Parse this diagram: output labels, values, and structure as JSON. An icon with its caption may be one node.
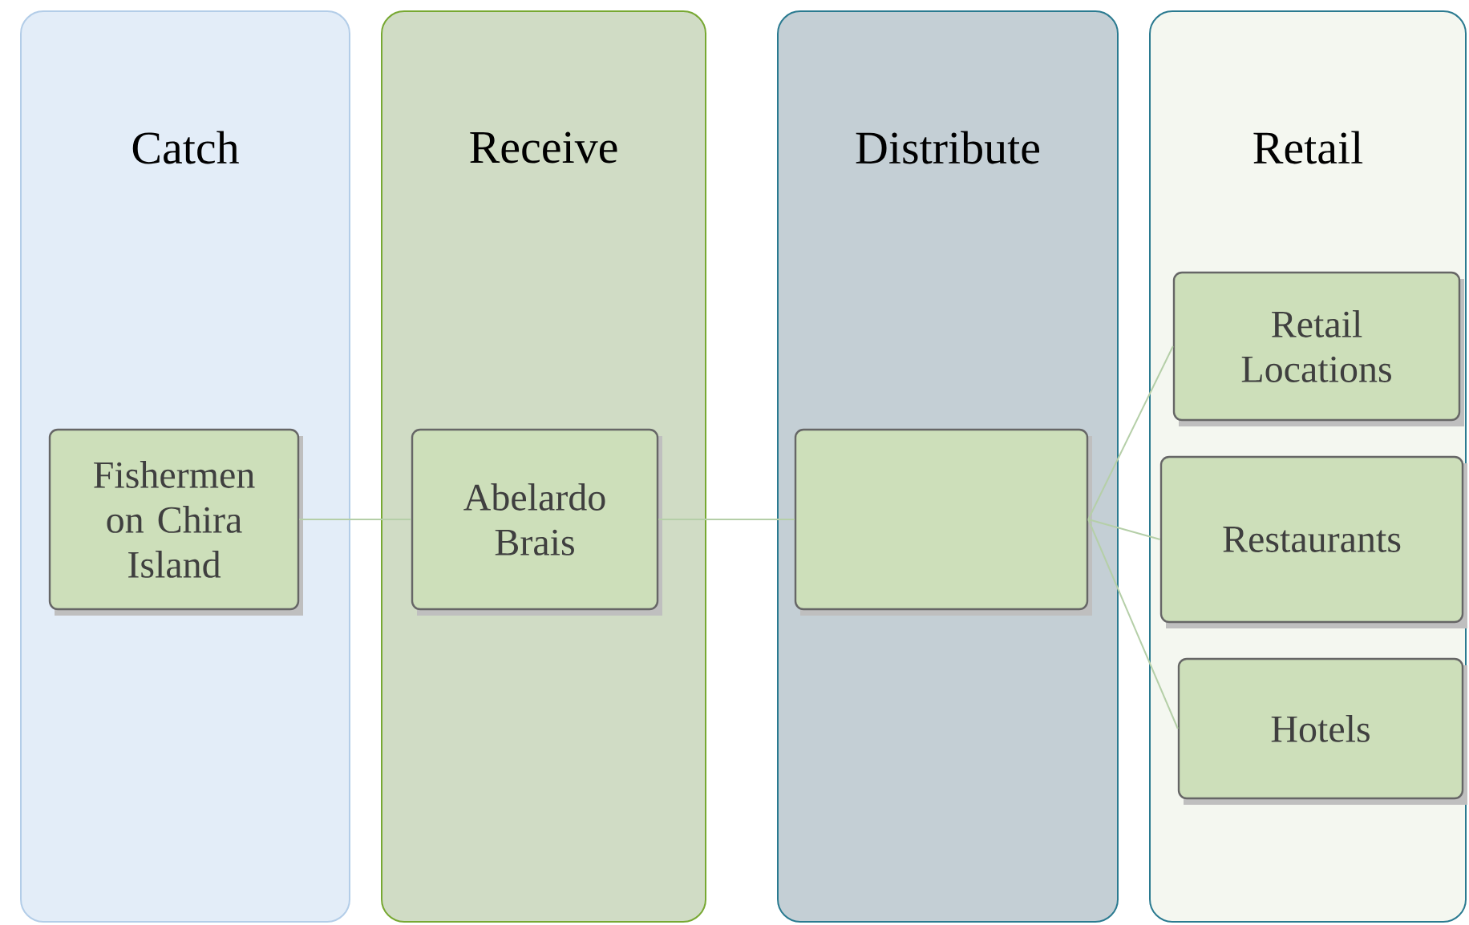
{
  "diagram": {
    "nodes": [
      {
        "text": [
          "Catch"
        ]
      },
      {
        "text": [
          "Fishermen on Chira Island"
        ],
        "in": 0
      },
      {
        "text": [
          "Receive"
        ]
      },
      {
        "text": [
          "Abelardo Brais"
        ],
        "in": 2
      },
      {
        "text": [
          "Distribute"
        ]
      },
      {
        "text": [],
        "shape": "box",
        "in": 4
      },
      {
        "text": [
          "Retail"
        ]
      },
      {
        "text": [
          "Retail Locations"
        ],
        "in": 6
      },
      {
        "text": [
          "Restaurants"
        ],
        "in": 6
      },
      {
        "text": [
          "Hotels"
        ],
        "in": 6
      }
    ],
    "edges": [
      {
        "from": 1,
        "to": 3,
        "arrow": "none"
      },
      {
        "from": 3,
        "to": 5,
        "arrow": "none"
      },
      {
        "from": 5,
        "to": 7,
        "arrow": "none"
      },
      {
        "from": 5,
        "to": 8,
        "arrow": "none"
      },
      {
        "from": 5,
        "to": 9,
        "arrow": "none"
      }
    ]
  }
}
